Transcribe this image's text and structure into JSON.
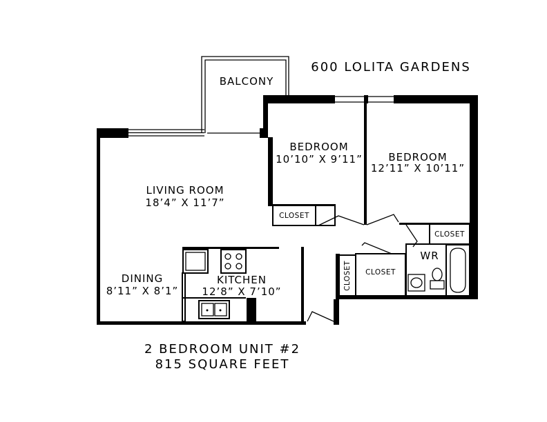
{
  "building_name": "600 LOLITA GARDENS",
  "unit_title": "2 BEDROOM UNIT #2",
  "unit_area": "815 SQUARE FEET",
  "rooms": {
    "balcony": {
      "name": "BALCONY"
    },
    "living_room": {
      "name": "LIVING ROOM",
      "dims": "18’4”  X 11’7”"
    },
    "bedroom_1": {
      "name": "BEDROOM",
      "dims": "10’10”  X  9’11”"
    },
    "bedroom_2": {
      "name": "BEDROOM",
      "dims": "12’11”  X  10’11”"
    },
    "dining": {
      "name": "DINING",
      "dims": "8’11”  X 8’1”"
    },
    "kitchen": {
      "name": "KITCHEN",
      "dims": "12’8”  X  7’10”"
    },
    "closet_bedroom_1": {
      "name": "CLOSET"
    },
    "closet_bedroom_2": {
      "name": "CLOSET"
    },
    "closet_hall": {
      "name": "CLOSET"
    },
    "closet_entry": {
      "name": "CLOSET"
    },
    "washroom": {
      "name": "WR"
    }
  }
}
